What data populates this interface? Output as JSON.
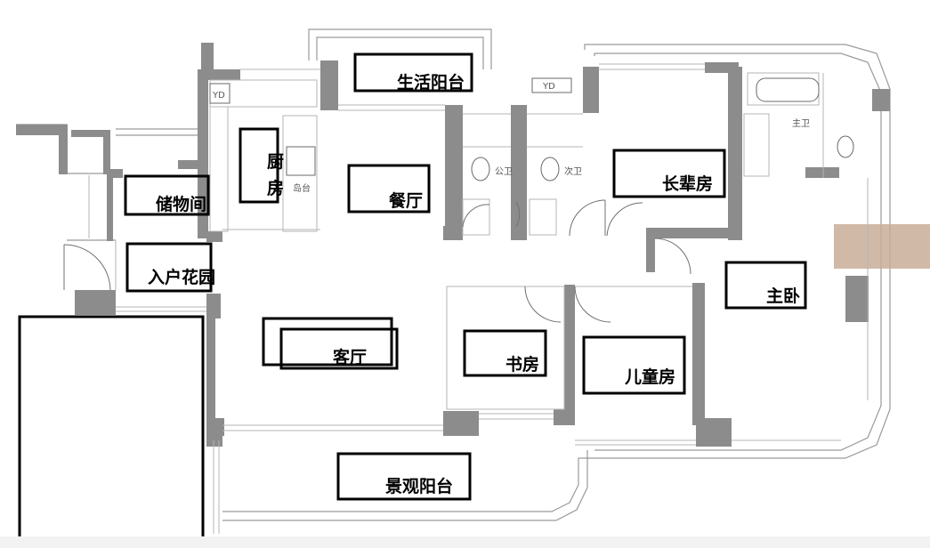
{
  "rooms": {
    "living_balcony": "生活阳台",
    "kitchen_char1": "厨",
    "kitchen_char2": "房",
    "dining": "餐厅",
    "storage": "储物间",
    "entry_garden": "入户花园",
    "living": "客厅",
    "study": "书房",
    "kids": "儿童房",
    "elder": "长辈房",
    "master": "主卧",
    "view_balcony": "景观阳台"
  },
  "fixtures": {
    "yd": "YD",
    "island": "岛台",
    "public_bath": "公卫",
    "second_bath": "次卫",
    "master_bath": "主卫",
    "washer": "YD"
  },
  "colors": {
    "wall": "#8c8c8c",
    "outline": "#000000",
    "accent_panel": "#c9ad98"
  }
}
